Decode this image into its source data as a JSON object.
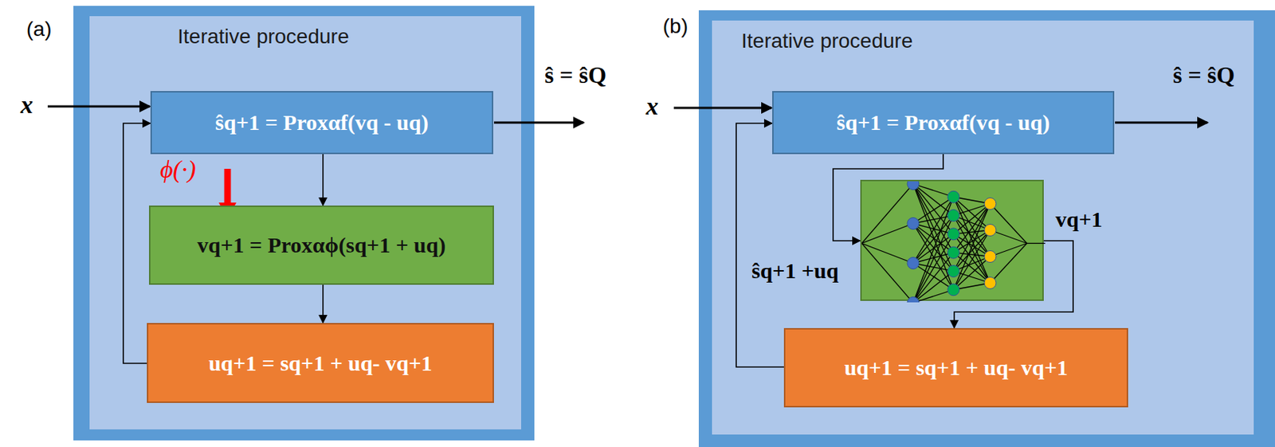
{
  "diagram": {
    "nodes": [
      {
        "text": [
          "Iterative procedure"
        ]
      },
      {
        "text": [
          "ŝq+1 = Proxαf(vq - uq)"
        ],
        "in": 0
      },
      {
        "text": [
          "vq+1 = Proxαϕ(sq+1 + uq)"
        ],
        "in": 0
      },
      {
        "text": [
          "uq+1 = sq+1 + uq- vq+1"
        ],
        "in": 0
      },
      {
        "text": [
          "Iterative procedure"
        ]
      },
      {
        "text": [
          "ŝq+1 = Proxαf(vq - uq)"
        ],
        "in": 4
      },
      {
        "in": 4
      },
      {
        "text": [
          "uq+1 = sq+1 + uq- vq+1"
        ],
        "in": 4
      }
    ],
    "edges": [
      {
        "from": 1,
        "to": 2,
        "arrow": "to"
      },
      {
        "from": 2,
        "to": 3,
        "arrow": "to"
      },
      {
        "from": 3,
        "to": 1,
        "arrow": "to"
      },
      {
        "from": 5,
        "to": 6,
        "arrow": "to",
        "label": "ŝq+1 +uq"
      },
      {
        "from": 6,
        "to": 7,
        "arrow": "to",
        "label": "vq+1"
      },
      {
        "from": 7,
        "to": 5,
        "arrow": "to"
      }
    ],
    "labels": [
      "(a)",
      "x",
      "ŝ = ŝQ",
      "ϕ(·)",
      "(b)",
      "x",
      "ŝ = ŝQ"
    ]
  }
}
